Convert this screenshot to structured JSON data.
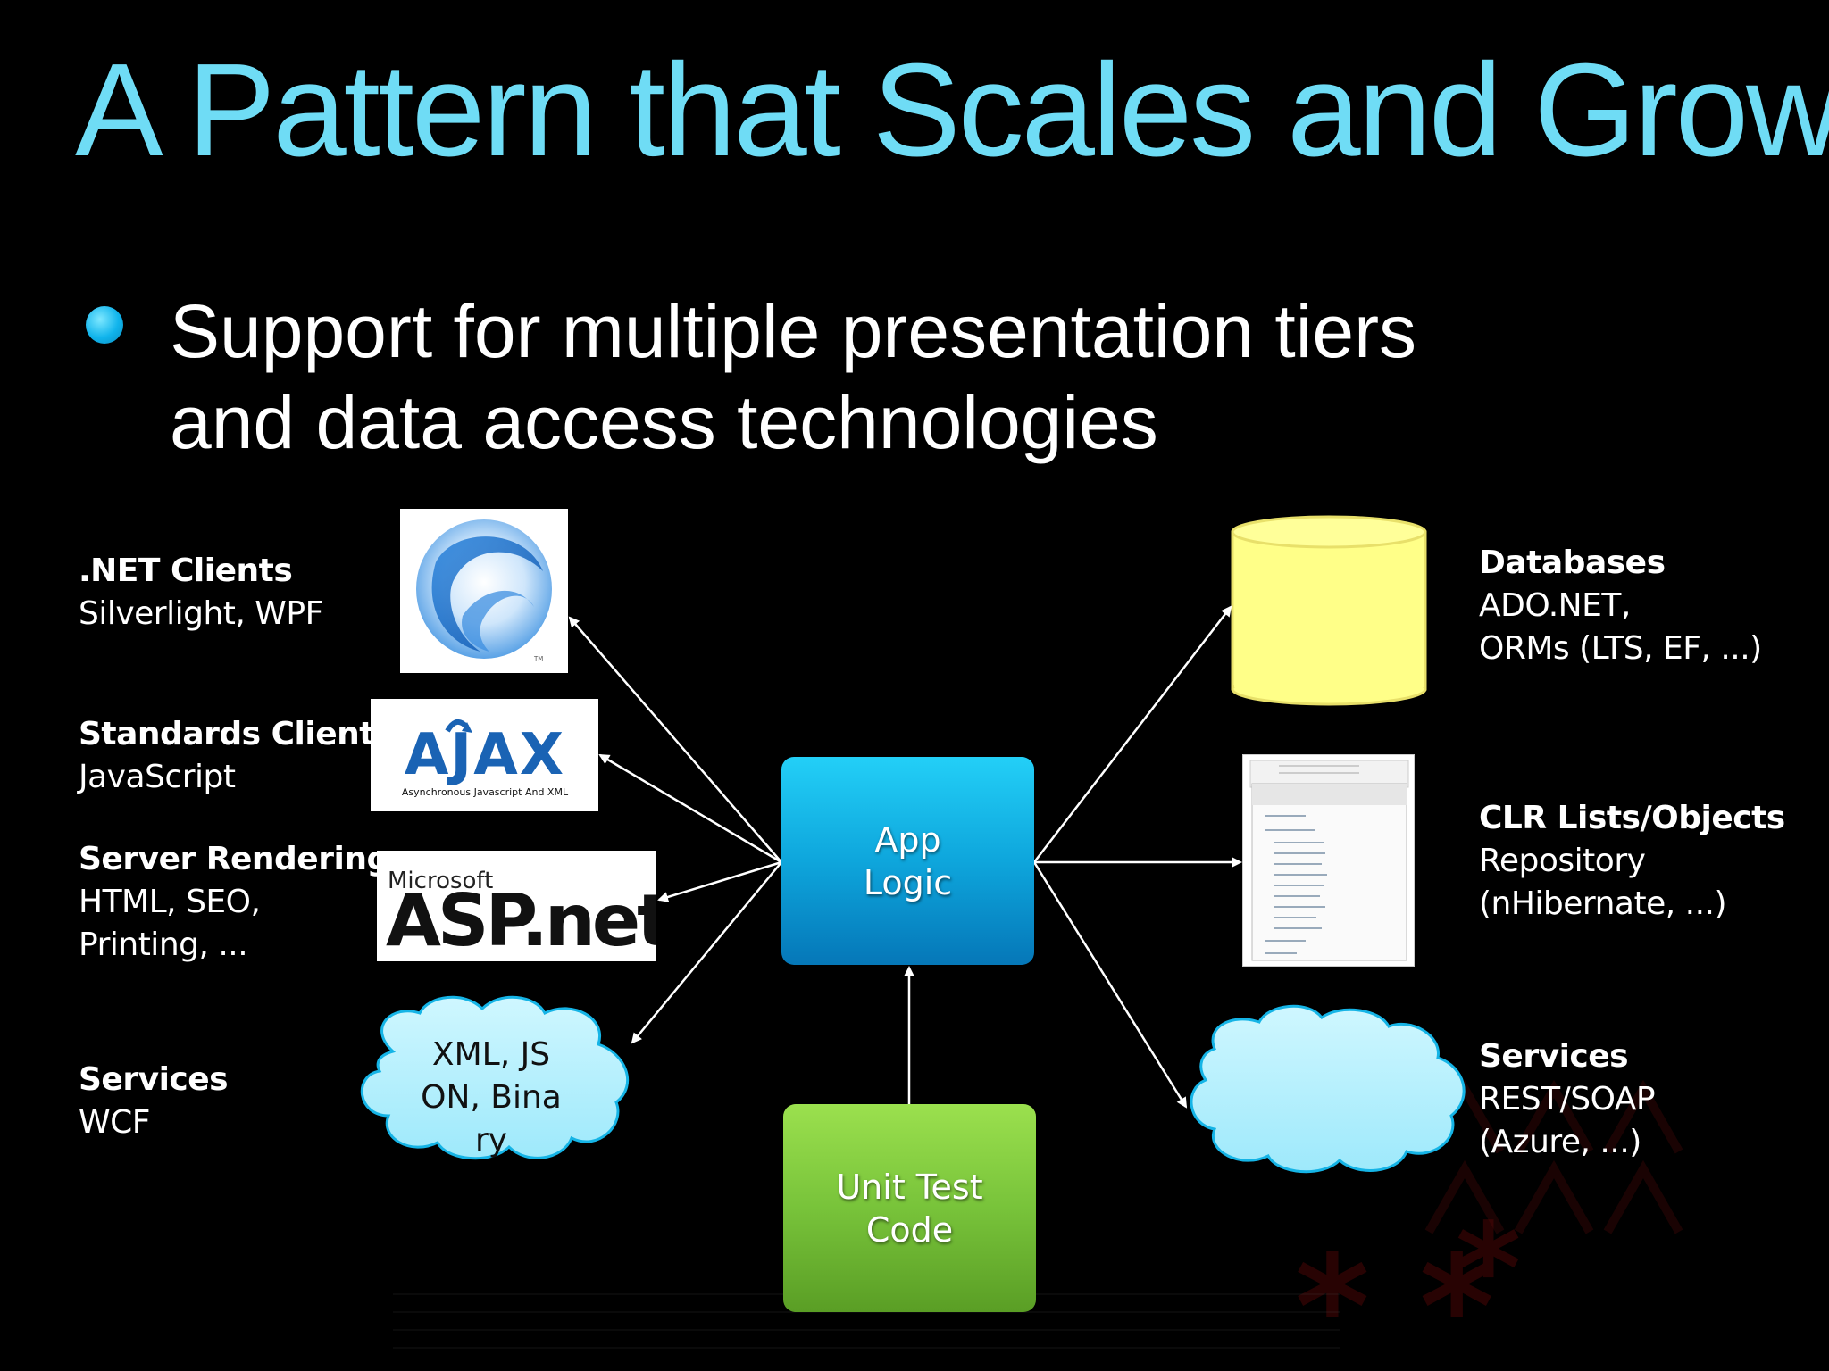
{
  "slide": {
    "title": "A Pattern that Scales and Grows",
    "bullet": {
      "line1": "Support for multiple presentation tiers",
      "line2": "and data access technologies"
    }
  },
  "left_labels": [
    {
      "head": ".NET Clients",
      "sub": [
        "Silverlight, WPF"
      ]
    },
    {
      "head": "Standards Clients",
      "sub": [
        "JavaScript"
      ]
    },
    {
      "head": "Server Rendering",
      "sub": [
        "HTML, SEO,",
        "Printing, ..."
      ]
    },
    {
      "head": "Services",
      "sub": [
        "WCF"
      ]
    }
  ],
  "right_labels": [
    {
      "head": "Databases",
      "sub": [
        "ADO.NET,",
        "ORMs (LTS, EF, ...)"
      ]
    },
    {
      "head": "CLR Lists/Objects",
      "sub": [
        "Repository",
        "(nHibernate, ...)"
      ]
    },
    {
      "head": "Services",
      "sub": [
        "REST/SOAP",
        "(Azure, ...)"
      ]
    }
  ],
  "center": {
    "app_logic": "App Logic",
    "app_logic_lines": [
      "App",
      "Logic"
    ],
    "unit_test_lines": [
      "Unit Test",
      "Code"
    ]
  },
  "cloud_left": {
    "lines": [
      "XML, JS",
      "ON, Bina",
      "ry"
    ]
  },
  "logos": {
    "ajax": "AJAX",
    "ajax_tagline": "Asynchronous Javascript And XML",
    "aspnet_brand": "Microsoft",
    "aspnet": "ASP.net",
    "silverlight_tm": "TM"
  },
  "colors": {
    "title": "#6fdcf5",
    "bullet": "#10b4ec",
    "app_logic": "#0ea6dc",
    "unit_test": "#78c33a",
    "database": "#ffff88",
    "cloud": "#aef0ff",
    "cloud_stroke": "#15b4e6"
  }
}
